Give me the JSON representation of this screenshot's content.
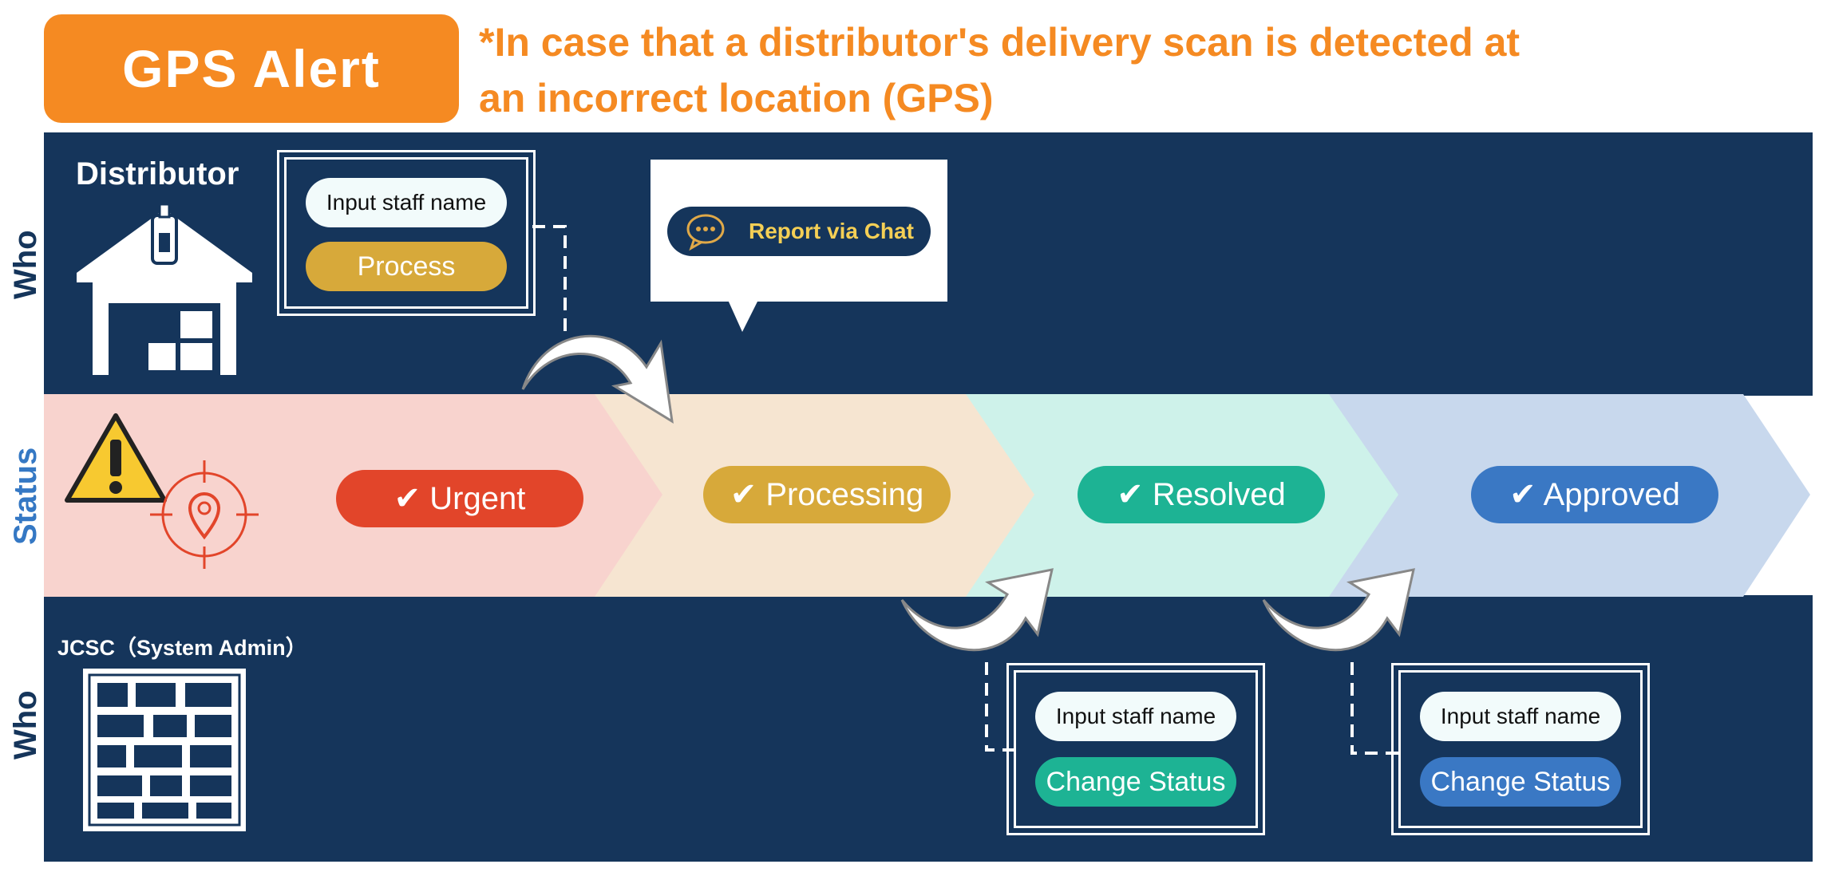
{
  "header": {
    "badge": "GPS Alert",
    "subtitle_line1": "*In case that a distributor's delivery scan is detected at",
    "subtitle_line2": "an incorrect location (GPS)"
  },
  "rows": {
    "who_top": "Who",
    "status": "Status",
    "who_bottom": "Who"
  },
  "distributor": {
    "label": "Distributor",
    "card": {
      "input": "Input staff name",
      "button": "Process"
    }
  },
  "chat": {
    "label": "Report via Chat",
    "icon": "chat-bubble-icon"
  },
  "statuses": [
    {
      "label": "✔ Urgent",
      "color": "#e2452a"
    },
    {
      "label": "✔ Processing",
      "color": "#d7a93a"
    },
    {
      "label": "✔ Resolved",
      "color": "#1db394"
    },
    {
      "label": "✔ Approved",
      "color": "#3a78c4"
    }
  ],
  "admin": {
    "label": "JCSC（System Admin）",
    "cards": [
      {
        "input": "Input staff name",
        "button": "Change Status",
        "color": "#1db394"
      },
      {
        "input": "Input staff name",
        "button": "Change Status",
        "color": "#3a78c4"
      }
    ]
  },
  "colors": {
    "navy": "#15355b",
    "orange": "#f58a22",
    "band_urgent": "#f8d3ce",
    "band_processing": "#f6e5d1",
    "band_resolved": "#cef2ea",
    "band_approved": "#c8d8ed"
  }
}
